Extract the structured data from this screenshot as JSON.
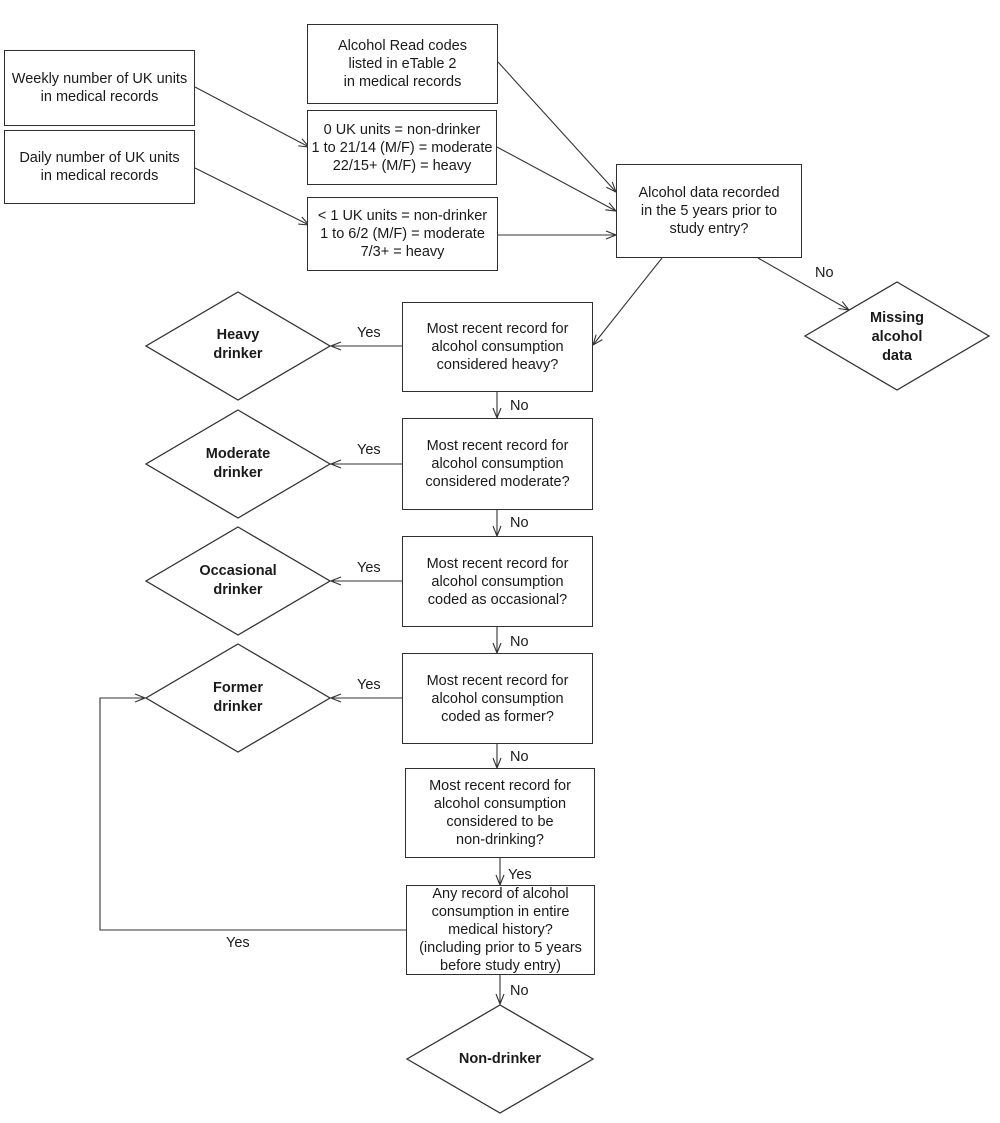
{
  "boxes": {
    "weekly": "Weekly number of UK units\nin medical records",
    "daily": "Daily number of UK units\nin medical records",
    "read_codes": "Alcohol Read codes\nlisted in eTable 2\nin medical records",
    "weekly_thresholds": "0 UK units = non-drinker\n1 to 21/14 (M/F) = moderate\n22/15+ (M/F) = heavy",
    "daily_thresholds": "< 1 UK units = non-drinker\n1 to 6/2 (M/F) = moderate\n7/3+ = heavy",
    "recorded_5y": "Alcohol data recorded\nin the 5 years prior to\nstudy entry?",
    "q_heavy": "Most recent record for\nalcohol consumption\nconsidered heavy?",
    "q_moderate": "Most recent record for\nalcohol consumption\nconsidered moderate?",
    "q_occasional": "Most recent record for\nalcohol consumption\ncoded as occasional?",
    "q_former": "Most recent record for\nalcohol consumption\ncoded as former?",
    "q_nondrinking": "Most recent record for\nalcohol consumption\nconsidered to be\nnon-drinking?",
    "q_history": "Any record of alcohol\nconsumption in entire\nmedical history?\n(including prior to 5 years\nbefore study entry)"
  },
  "outcomes": {
    "heavy": "Heavy\ndrinker",
    "moderate": "Moderate\ndrinker",
    "occasional": "Occasional\ndrinker",
    "former": "Former\ndrinker",
    "missing": "Missing\nalcohol\ndata",
    "non_drinker": "Non-drinker"
  },
  "edge_labels": {
    "no_missing": "No",
    "yes_heavy": "Yes",
    "no_after_heavy": "No",
    "yes_moderate": "Yes",
    "no_after_moderate": "No",
    "yes_occasional": "Yes",
    "no_after_occasional": "No",
    "yes_former": "Yes",
    "no_after_former": "No",
    "yes_nondrinking": "Yes",
    "yes_history": "Yes",
    "no_history": "No"
  }
}
